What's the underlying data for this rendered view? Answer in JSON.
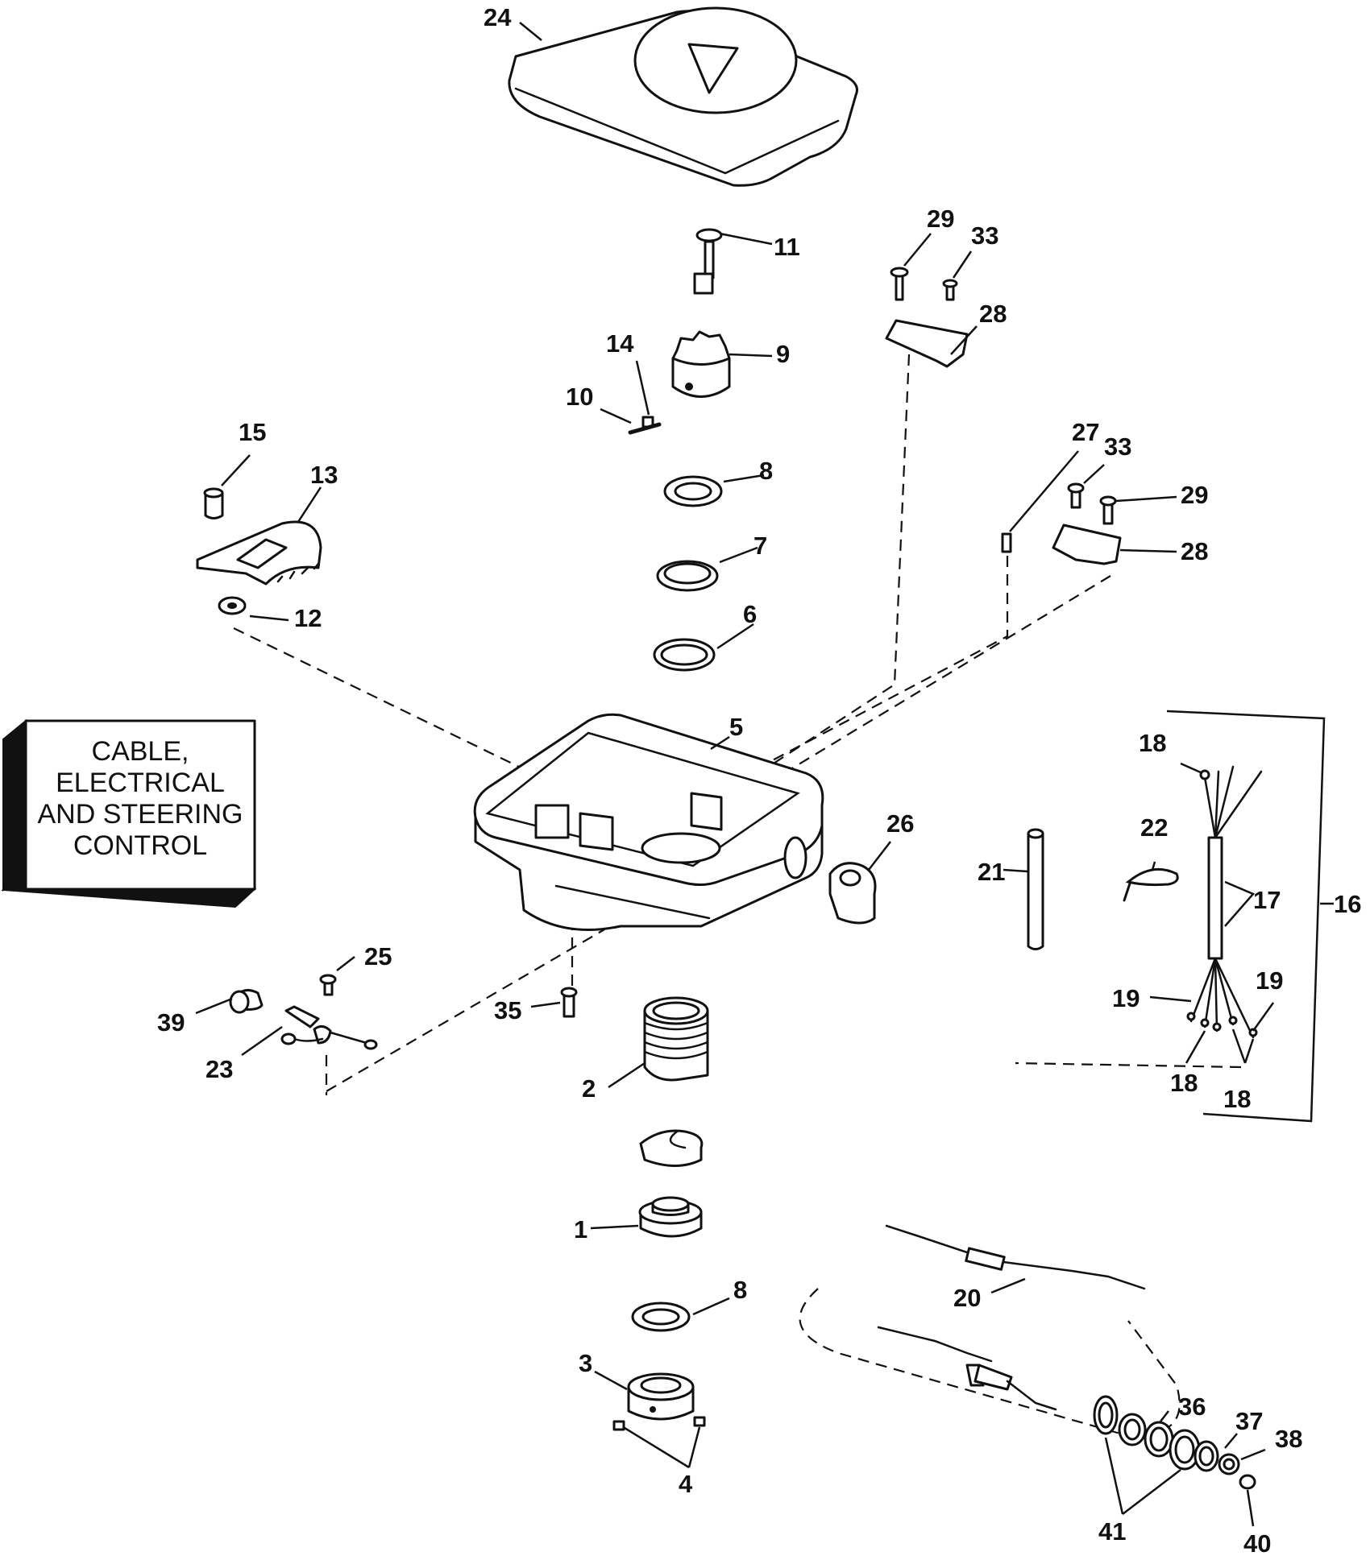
{
  "caption_lines": [
    "CABLE,",
    "ELECTRICAL",
    "AND STEERING",
    "CONTROL"
  ],
  "callouts": [
    "24",
    "11",
    "29",
    "33",
    "28",
    "14",
    "9",
    "10",
    "15",
    "13",
    "8",
    "27",
    "33",
    "29",
    "7",
    "28",
    "12",
    "6",
    "5",
    "18",
    "22",
    "26",
    "21",
    "17",
    "16",
    "25",
    "39",
    "35",
    "19",
    "19",
    "23",
    "2",
    "18",
    "18",
    "1",
    "20",
    "8",
    "3",
    "36",
    "37",
    "38",
    "4",
    "41",
    "40"
  ],
  "colors": {
    "ink": "#111111",
    "paper": "#ffffff"
  }
}
